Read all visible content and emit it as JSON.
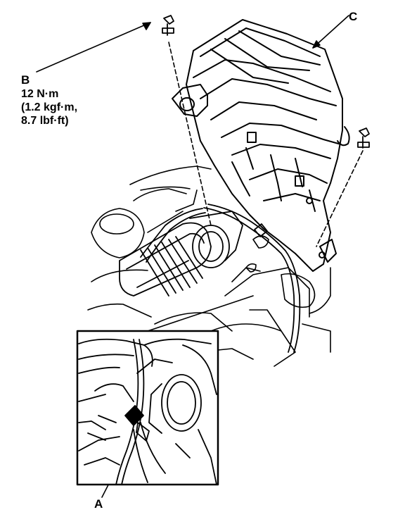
{
  "labels": {
    "a": "A",
    "b": "B",
    "c": "C"
  },
  "torque": {
    "line1": "12 N·m",
    "line2": "(1.2 kgf·m,",
    "line3": "8.7 lbf·ft)"
  },
  "colors": {
    "ink": "#000000",
    "paper": "#ffffff"
  }
}
